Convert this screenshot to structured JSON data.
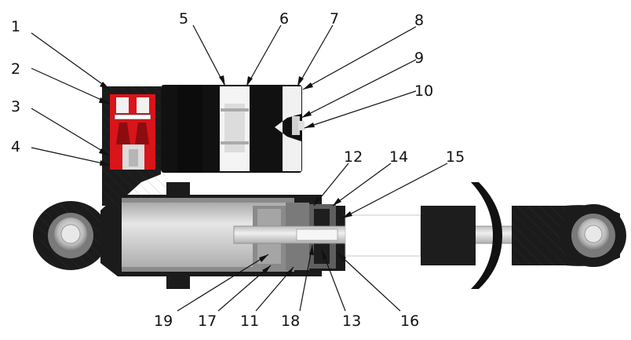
{
  "diagram": {
    "colors": {
      "body": "#1b1b1b",
      "reservoir": "#111111",
      "valve": "#d9141a",
      "cylinder": "#cfcfcf",
      "shaft": "#d8d8d8",
      "piston": "#8a8a8a",
      "bushing": "#b9b9b9",
      "background": "#ffffff"
    },
    "callouts": [
      {
        "number": "1"
      },
      {
        "number": "2"
      },
      {
        "number": "3"
      },
      {
        "number": "4"
      },
      {
        "number": "5"
      },
      {
        "number": "6"
      },
      {
        "number": "7"
      },
      {
        "number": "8"
      },
      {
        "number": "9"
      },
      {
        "number": "10"
      },
      {
        "number": "12"
      },
      {
        "number": "14"
      },
      {
        "number": "15"
      },
      {
        "number": "19"
      },
      {
        "number": "17"
      },
      {
        "number": "11"
      },
      {
        "number": "18"
      },
      {
        "number": "13"
      },
      {
        "number": "16"
      }
    ]
  }
}
